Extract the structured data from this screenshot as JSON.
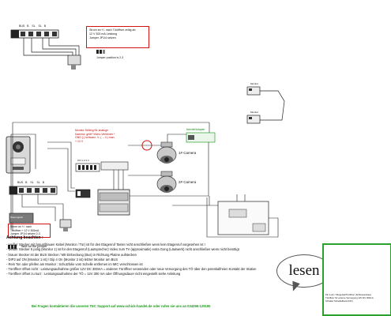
{
  "top_terminal": {
    "labels": [
      "BUS",
      "B",
      "SL",
      "SL",
      "B"
    ]
  },
  "top_redbox": {
    "lines": [
      "Strom an +/- nach Türöffner zeitig ab",
      "12 V 300 mA Leistung",
      "Jumper JP1/4 setzen"
    ]
  },
  "top_jumper": {
    "label": "Jumper position is 2-3"
  },
  "cam_label_1": "1# Camera",
  "cam_label_2": "2# Camera",
  "mid_label": {
    "lines": [
      "Monitor Setting für analoge",
      "Kamera: gelb* Video-Verbinder *",
      "GND (-) schwarz, V- ( -- 4 ) man",
      "+ 12 V"
    ]
  },
  "green_label": "Netzteil/Adapter",
  "switch_label": "ON  1 2 3 4",
  "lower_terminal": {
    "labels": [
      "BUS",
      "B",
      "SL",
      "SL",
      "B"
    ]
  },
  "gray_module": "Steuergerät",
  "bottom_redbox": {
    "lines": [
      "Strom an +/- nach",
      "Türöffner + 12 V 300mA",
      "Jumper JP1/4 setzen 2-3"
    ]
  },
  "jumper_bottom": "Take all the jumper",
  "right_module": {
    "top": "Monitor",
    "mid": "Monitor"
  },
  "notes": {
    "title": "Achtung beachten :",
    "rows": [
      "- weißer Stecker mit braun/blauen Kabel (Monitor / Tür) ist für den Etagenruf Taster nicht anschließen wenn kein Etagenruf vorgesehen ist !",
      "- weißer Stecker 5 polig (Monitor 1) ist für den Etagenruf (Lautsprecher) Video zum TV (approximativ) extra Gong (Läutwerk) nicht anschließen wenn nicht benötigt",
      "- brauer Stecker ist der BUS Stecker / MIt Einbeckung (Bus) in Richtung Platine aufstecken",
      "- DIP3 auf ON (Monitor 1 ist) / Dip 4 On (Monitor 2 ist) letzter Monitor am BUS",
      "- Rein Ton oder pfeifen am Monitor : Schutzfolie vom Schelle entfernen im MIC verschlossen ist",
      "- Türöffner öffnet nicht : Leistungsaufnahme größer 12V DC 300mA = anderen Türöffner verwenden oder neue Versorgung des TÖ über den potentialfreien Kontakt der   Station",
      "- Türöffner öffnet zu kurz : Leistungsaufnahme der TÖ = 12V 300 mA oder Öffnungsdauer nicht eingestellt siehe Anleitung"
    ]
  },
  "footer": "Bei Fragen kontaktieren die unseren TEC Support auf www.schick-handel.de oder rufen sie uns an 034296-129190",
  "lesen": "lesen",
  "greenbox_lines": [
    "Pin 1-Alr / Klingelsel/Türöffner (Schlosseinbau)",
    "Türöffner für externe Versorgung 12V DC 300mA",
    "Schalter  Scheitlelband (NO)"
  ],
  "colors": {
    "red": "#d41414",
    "green": "#2da12d",
    "wire": "#222222"
  }
}
